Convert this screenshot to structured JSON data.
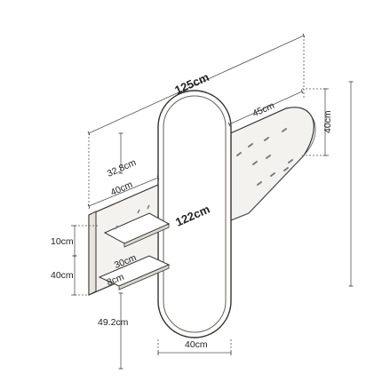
{
  "product": "Hallway mirror with coat rack and shelf unit (dimension drawing)",
  "dimensions": {
    "overall_width": "125cm",
    "mirror_height": "122cm",
    "mirror_width": "40cm",
    "rack_width": "45cm",
    "rack_height": "40cm",
    "shelf_unit_width": "40cm",
    "shelf_unit_offset": "32.8cm",
    "shelf_unit_height": "40cm",
    "shelf_spacing": "10cm",
    "shelf_width": "30cm",
    "shelf_depth": "8cm",
    "floor_offset": "49.2cm"
  },
  "colors": {
    "line": "#333333",
    "panel": "#f4f2ee",
    "mirror_frame": "#6b5e52",
    "hooks": "#7a7a7a"
  }
}
